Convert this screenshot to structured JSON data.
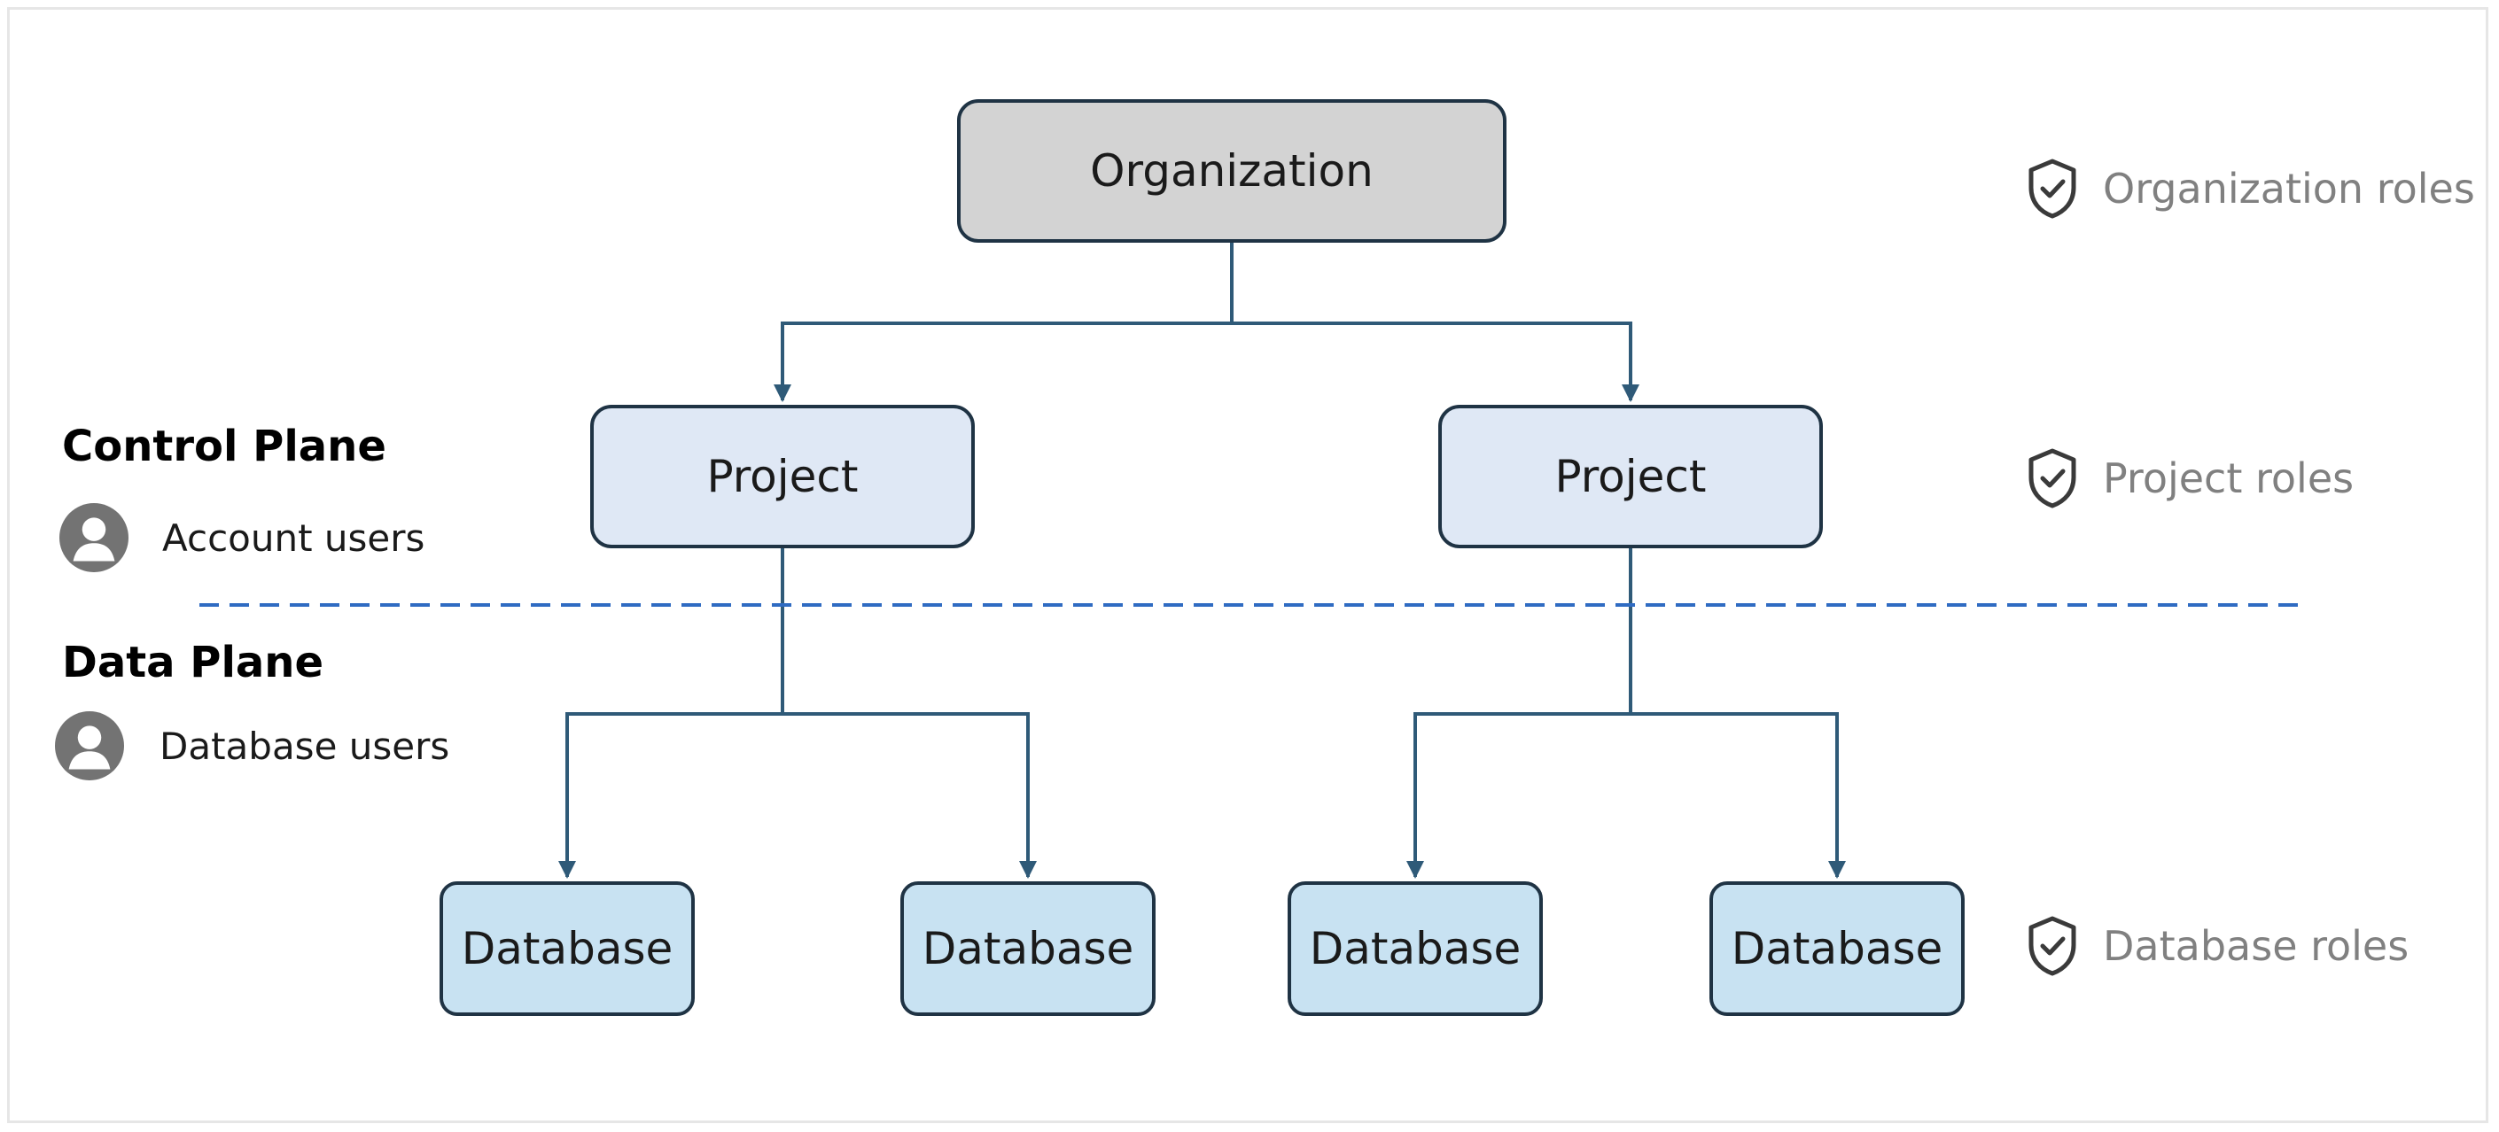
{
  "hierarchy": {
    "organization": "Organization",
    "projects": [
      "Project",
      "Project"
    ],
    "databases": [
      "Database",
      "Database",
      "Database",
      "Database"
    ]
  },
  "planes": {
    "control": {
      "title": "Control Plane",
      "users_label": "Account users"
    },
    "data": {
      "title": "Data Plane",
      "users_label": "Database users"
    }
  },
  "roles": {
    "organization": "Organization roles",
    "project": "Project roles",
    "database": "Database roles"
  },
  "icons": {
    "user": "user-avatar-icon",
    "role": "shield-check-icon"
  },
  "colors": {
    "organization_fill": "#d3d3d3",
    "project_fill": "#dfe8f5",
    "database_fill": "#c8e2f2",
    "box_border": "#1f3344",
    "connector": "#2f5a78",
    "divider": "#2f6bc2",
    "role_text": "#808080",
    "icon": "#737373"
  }
}
